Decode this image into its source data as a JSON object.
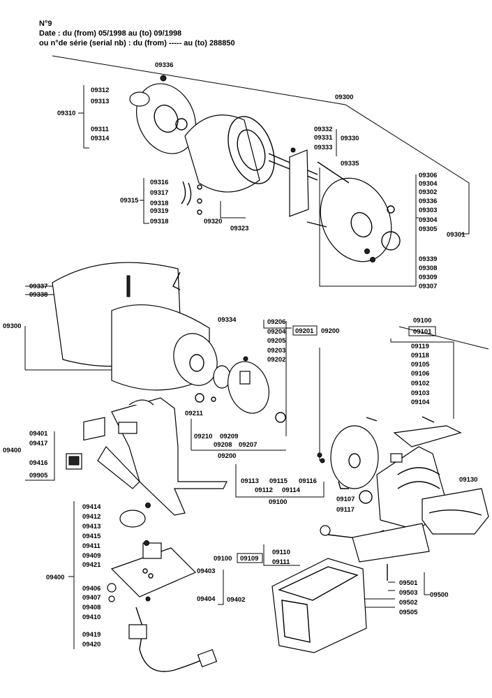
{
  "header": {
    "page_number": "N°9",
    "date_line": "Date : du (from) 05/1998 au (to) 09/1998",
    "serial_line": "ou n°de série (serial nb) : du (from) ----- au (to) 288850"
  },
  "labels": {
    "l09336a": "09336",
    "l09312": "09312",
    "l09313": "09313",
    "l09310": "09310",
    "l09311": "09311",
    "l09314": "09314",
    "l09300a": "09300",
    "l09332": "09332",
    "l09331": "09331",
    "l09333": "09333",
    "l09330": "09330",
    "l09335": "09335",
    "l09306": "09306",
    "l09304a": "09304",
    "l09302": "09302",
    "l09336b": "09336",
    "l09303": "09303",
    "l09304b": "09304",
    "l09305": "09305",
    "l09301": "09301",
    "l09339": "09339",
    "l09308": "09308",
    "l09309": "09309",
    "l09307": "09307",
    "l09316": "09316",
    "l09317": "09317",
    "l09315": "09315",
    "l09318a": "09318",
    "l09319": "09319",
    "l09318b": "09318",
    "l09320": "09320",
    "l09323": "09323",
    "l09337": "09337",
    "l09338": "09338",
    "l09300b": "09300",
    "l09334": "09334",
    "l09206": "09206",
    "l09204": "09204",
    "l09201": "09201",
    "l09200a": "09200",
    "l09205": "09205",
    "l09203": "09203",
    "l09202": "09202",
    "l09211": "09211",
    "l09210": "09210",
    "l09209": "09209",
    "l09208": "09208",
    "l09207": "09207",
    "l09200b": "09200",
    "l09100a": "09100",
    "l09101": "09101",
    "l09119": "09119",
    "l09118": "09118",
    "l09105": "09105",
    "l09106": "09106",
    "l09102": "09102",
    "l09103": "09103",
    "l09104": "09104",
    "l09401": "09401",
    "l09417": "09417",
    "l09400a": "09400",
    "l09416": "09416",
    "l09905": "09905",
    "l09113": "09113",
    "l09115": "09115",
    "l09116": "09116",
    "l09112": "09112",
    "l09114": "09114",
    "l09100b": "09100",
    "l09130": "09130",
    "l09107": "09107",
    "l09117": "09117",
    "l09414": "09414",
    "l09412": "09412",
    "l09413": "09413",
    "l09415": "09415",
    "l09411": "09411",
    "l09409": "09409",
    "l09421": "09421",
    "l09400b": "09400",
    "l09406": "09406",
    "l09407": "09407",
    "l09408": "09408",
    "l09410": "09410",
    "l09403": "09403",
    "l09404": "09404",
    "l09402": "09402",
    "l09419": "09419",
    "l09420": "09420",
    "l09110": "09110",
    "l09100c": "09100",
    "l09109": "09109",
    "l09111": "09111",
    "l09501": "09501",
    "l09503": "09503",
    "l09500": "09500",
    "l09502": "09502",
    "l09505": "09505"
  }
}
